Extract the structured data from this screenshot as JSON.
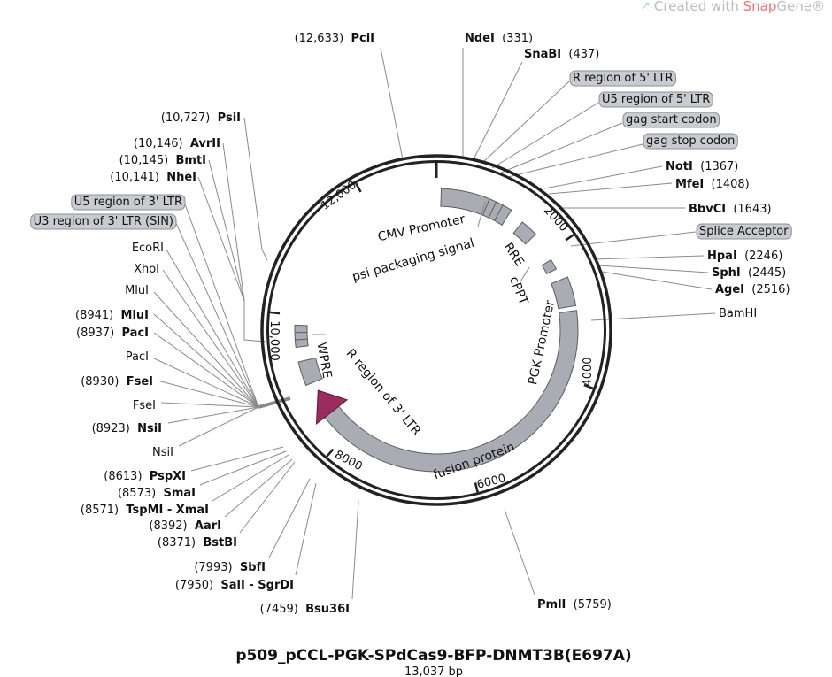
{
  "watermark": {
    "prefix": "Created with ",
    "brand": "Snap",
    "suffix": "Gene®",
    "brand_color": "#e8747f"
  },
  "title": "p509_pCCL-PGK-SPdCas9-BFP-DNMT3B(E697A)",
  "length_label": "13,037 bp",
  "colors": {
    "fusion": "#9b2c60",
    "feature": "#a9adb3"
  },
  "tick_labels": [
    "2000",
    "4000",
    "6000",
    "8000",
    "10,000",
    "12,000"
  ],
  "features": [
    {
      "label": "CMV Promoter"
    },
    {
      "label": "psi packaging signal"
    },
    {
      "label": "RRE"
    },
    {
      "label": "cPPT"
    },
    {
      "label": "PGK Promoter"
    },
    {
      "label": "fusion protein"
    },
    {
      "label": "WPRE"
    },
    {
      "label": "R region of 3' LTR"
    }
  ],
  "sites": [
    {
      "name": "PciI",
      "pos": "(12,633)",
      "bold": true
    },
    {
      "name": "NdeI",
      "pos": "(331)",
      "bold": true
    },
    {
      "name": "SnaBI",
      "pos": "(437)",
      "bold": true
    },
    {
      "name": "R region of 5' LTR",
      "pill": true
    },
    {
      "name": "U5 region of 5' LTR",
      "pill": true
    },
    {
      "name": "gag start codon",
      "pill": true
    },
    {
      "name": "gag stop codon",
      "pill": true
    },
    {
      "name": "NotI",
      "pos": "(1367)",
      "bold": true
    },
    {
      "name": "MfeI",
      "pos": "(1408)",
      "bold": true
    },
    {
      "name": "BbvCI",
      "pos": "(1643)",
      "bold": true
    },
    {
      "name": "Splice Acceptor",
      "pill": true
    },
    {
      "name": "HpaI",
      "pos": "(2246)",
      "bold": true
    },
    {
      "name": "SphI",
      "pos": "(2445)",
      "bold": true
    },
    {
      "name": "AgeI",
      "pos": "(2516)",
      "bold": true
    },
    {
      "name": "BamHI"
    },
    {
      "name": "PmlI",
      "pos": "(5759)",
      "bold": true
    },
    {
      "name": "Bsu36I",
      "pos": "(7459)",
      "bold": true
    },
    {
      "name": "SalI - SgrDI",
      "pos": "(7950)",
      "bold": true
    },
    {
      "name": "SbfI",
      "pos": "(7993)",
      "bold": true
    },
    {
      "name": "BstBI",
      "pos": "(8371)",
      "bold": true
    },
    {
      "name": "AarI",
      "pos": "(8392)",
      "bold": true
    },
    {
      "name": "TspMI - XmaI",
      "pos": "(8571)",
      "bold": true
    },
    {
      "name": "SmaI",
      "pos": "(8573)",
      "bold": true
    },
    {
      "name": "PspXI",
      "pos": "(8613)",
      "bold": true
    },
    {
      "name": "NsiI"
    },
    {
      "name": "NsiI",
      "pos": "(8923)",
      "bold": true
    },
    {
      "name": "FseI"
    },
    {
      "name": "FseI",
      "pos": "(8930)",
      "bold": true
    },
    {
      "name": "PacI"
    },
    {
      "name": "PacI",
      "pos": "(8937)",
      "bold": true
    },
    {
      "name": "MluI",
      "pos": "(8941)",
      "bold": true
    },
    {
      "name": "MluI"
    },
    {
      "name": "XhoI"
    },
    {
      "name": "EcoRI"
    },
    {
      "name": "U3 region of 3' LTR (SIN)",
      "pill": true
    },
    {
      "name": "U5 region of 3' LTR",
      "pill": true
    },
    {
      "name": "NheI",
      "pos": "(10,141)",
      "bold": true
    },
    {
      "name": "BmtI",
      "pos": "(10,145)",
      "bold": true
    },
    {
      "name": "AvrII",
      "pos": "(10,146)",
      "bold": true
    },
    {
      "name": "PsiI",
      "pos": "(10,727)",
      "bold": true
    }
  ]
}
